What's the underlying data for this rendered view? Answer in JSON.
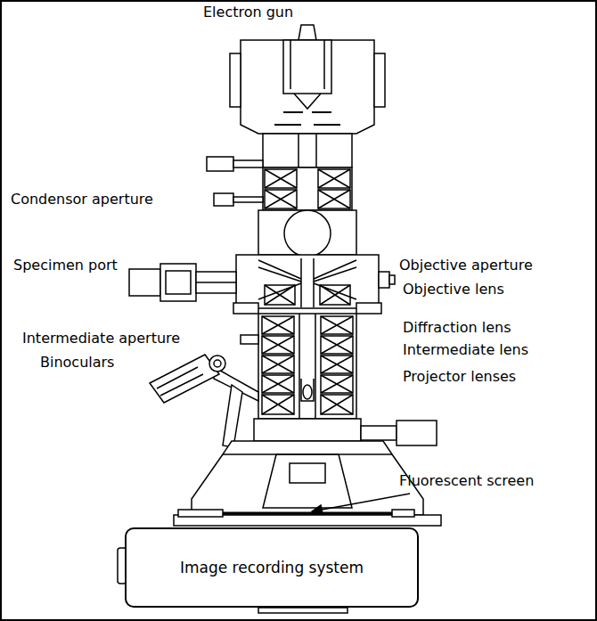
{
  "diagram": {
    "nodes": [
      {
        "text": [
          "Image recording system"
        ]
      }
    ],
    "labels": [
      "Electron gun",
      "Condensor aperture",
      "Specimen port",
      "Objective aperture",
      "Objective lens",
      "Diffraction lens",
      "Intermediate aperture",
      "Intermediate lens",
      "Binoculars",
      "Projector lenses",
      "Fluorescent screen"
    ]
  }
}
